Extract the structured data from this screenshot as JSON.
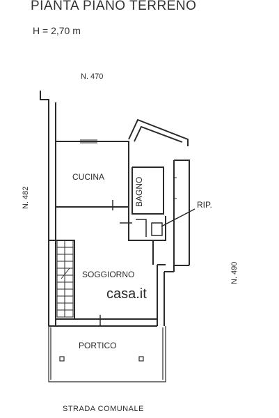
{
  "header": {
    "title": "PIANTA PIANO TERRENO",
    "height_label": "H = 2,70 m"
  },
  "neighbors": {
    "north": "N. 470",
    "west": "N. 482",
    "east": "N. 490"
  },
  "rooms": {
    "kitchen": "CUCINA",
    "bathroom": "BAGNO",
    "storage": "RIP.",
    "living": "SOGGIORNO",
    "porch": "PORTICO"
  },
  "street": "STRADA COMUNALE",
  "watermark": "casa.it",
  "colors": {
    "ink": "#2a2a2a",
    "watermark": "#d8d8d8"
  }
}
